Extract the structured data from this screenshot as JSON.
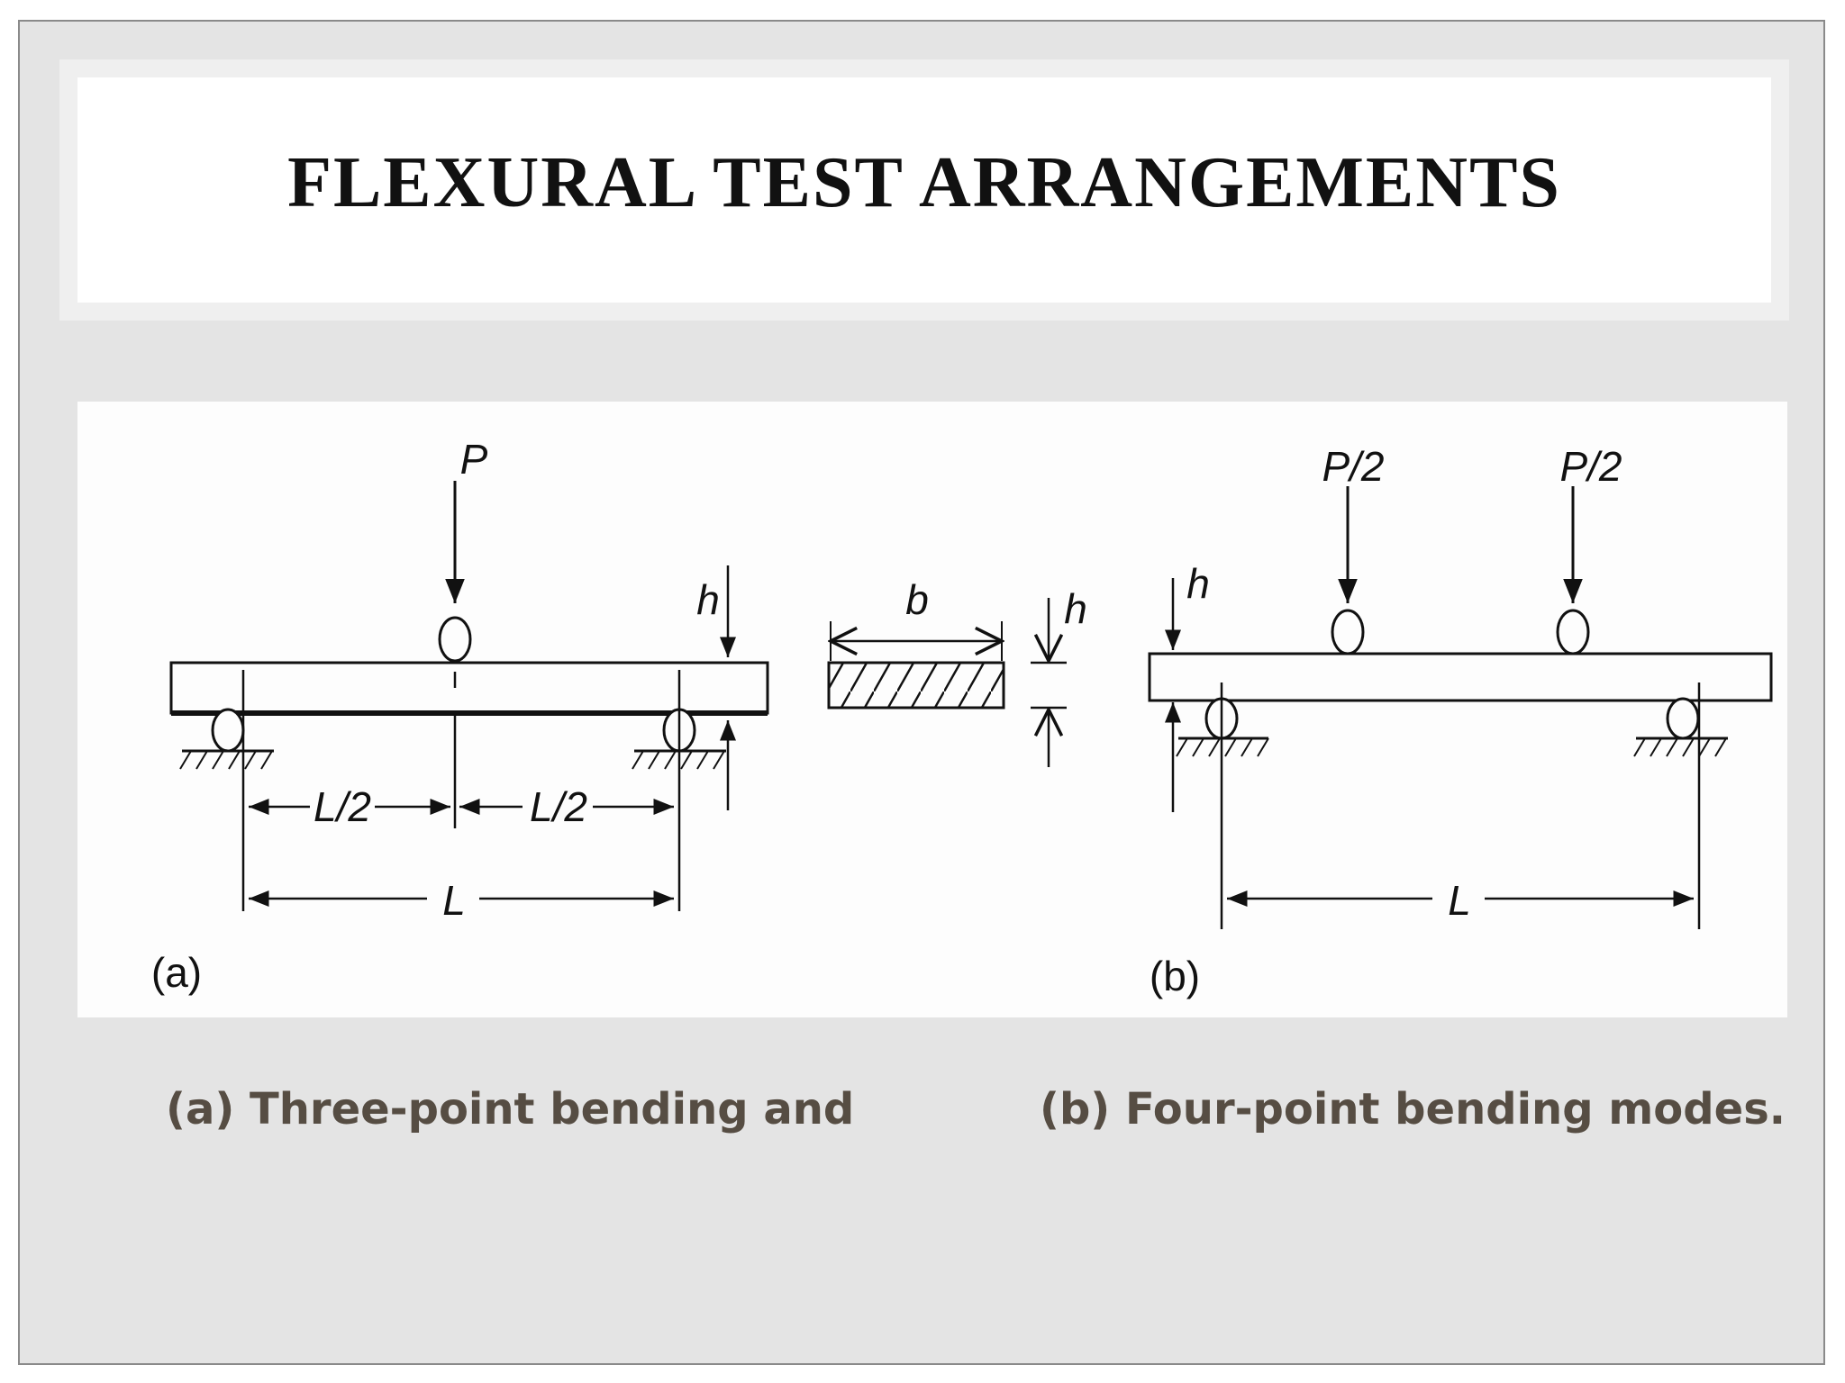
{
  "slide": {
    "title": "FLEXURAL TEST ARRANGEMENTS",
    "caption_a": "(a) Three-point bending and",
    "caption_b": "(b) Four-point bending modes."
  },
  "diagram": {
    "three_point": {
      "load": "P",
      "thickness": "h",
      "half_span_left": "L/2",
      "half_span_right": "L/2",
      "span": "L",
      "panel": "(a)"
    },
    "cross_section": {
      "width": "b",
      "height": "h"
    },
    "four_point": {
      "load_left": "P/2",
      "load_right": "P/2",
      "thickness": "h",
      "span": "L",
      "panel": "(b)"
    }
  },
  "colors": {
    "slide_background": "#e4e4e4",
    "title_text": "#111111",
    "caption_text": "#564d43"
  }
}
